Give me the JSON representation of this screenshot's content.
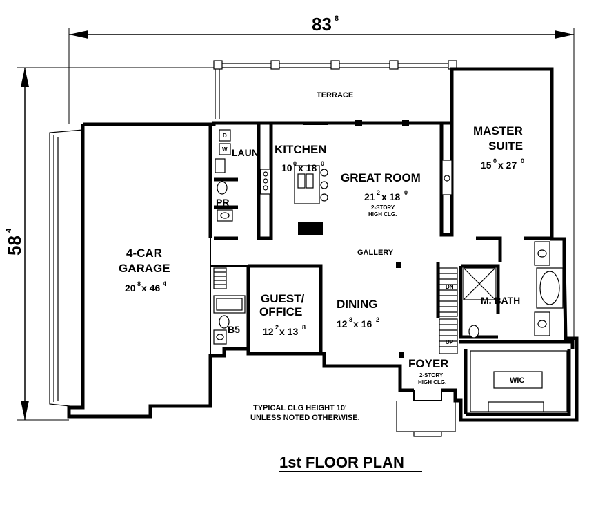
{
  "title": "1st FLOOR PLAN",
  "overall": {
    "width": {
      "main": "83",
      "sup": "8"
    },
    "depth": {
      "main": "58",
      "sup": "4"
    }
  },
  "rooms": {
    "terrace": {
      "name": "TERRACE"
    },
    "master_suite": {
      "name1": "MASTER",
      "name2": "SUITE",
      "dim_a": "15",
      "sup_a": "0",
      "dim_b": "x 27",
      "sup_b": "0"
    },
    "kitchen": {
      "name": "KITCHEN",
      "dim_a": "10",
      "sup_a": "0",
      "dim_b": "x 18",
      "sup_b": "0"
    },
    "laundry": {
      "name": "LAUN"
    },
    "great_room": {
      "name": "GREAT ROOM",
      "dim_a": "21",
      "sup_a": "2",
      "dim_b": "x 18",
      "sup_b": "0",
      "note1": "2-STORY",
      "note2": "HIGH CLG."
    },
    "powder": {
      "name": "PR"
    },
    "garage": {
      "name1": "4-CAR",
      "name2": "GARAGE",
      "dim_a": "20",
      "sup_a": "8",
      "dim_b": "x 46",
      "sup_b": "4"
    },
    "gallery": {
      "name": "GALLERY"
    },
    "guest_office": {
      "name1": "GUEST/",
      "name2": "OFFICE",
      "dim_a": "12",
      "sup_a": "2",
      "dim_b": "x 13",
      "sup_b": "8"
    },
    "dining": {
      "name": "DINING",
      "dim_a": "12",
      "sup_a": "8",
      "dim_b": "x 16",
      "sup_b": "2"
    },
    "bath5": {
      "name": "B5"
    },
    "master_bath": {
      "name": "M. BATH"
    },
    "foyer": {
      "name": "FOYER",
      "note1": "2-STORY",
      "note2": "HIGH CLG."
    },
    "wic": {
      "name": "WIC"
    }
  },
  "stairs": {
    "down": "DN",
    "up": "UP"
  },
  "appliances": {
    "washer": "W",
    "dryer": "D"
  },
  "ceiling_note": {
    "line1": "TYPICAL CLG HEIGHT 10'",
    "line2": "UNLESS NOTED OTHERWISE."
  }
}
